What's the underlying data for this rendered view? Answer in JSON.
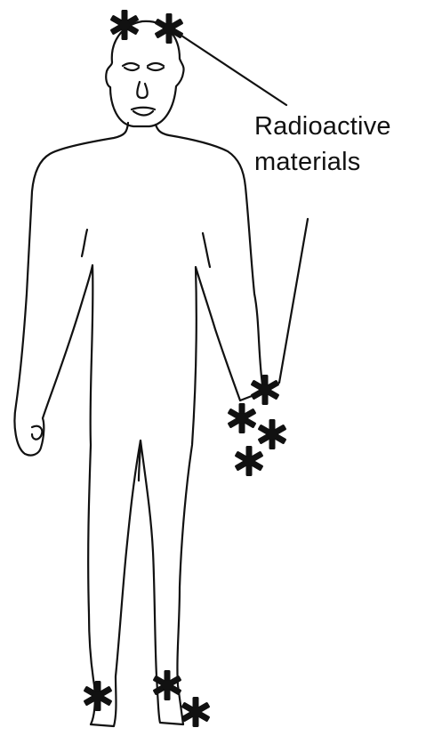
{
  "label": {
    "line1": "Radioactive",
    "line2": "materials"
  },
  "colors": {
    "ink": "#111111",
    "background": "#ffffff"
  },
  "marker_icon": "six-point-asterisk"
}
